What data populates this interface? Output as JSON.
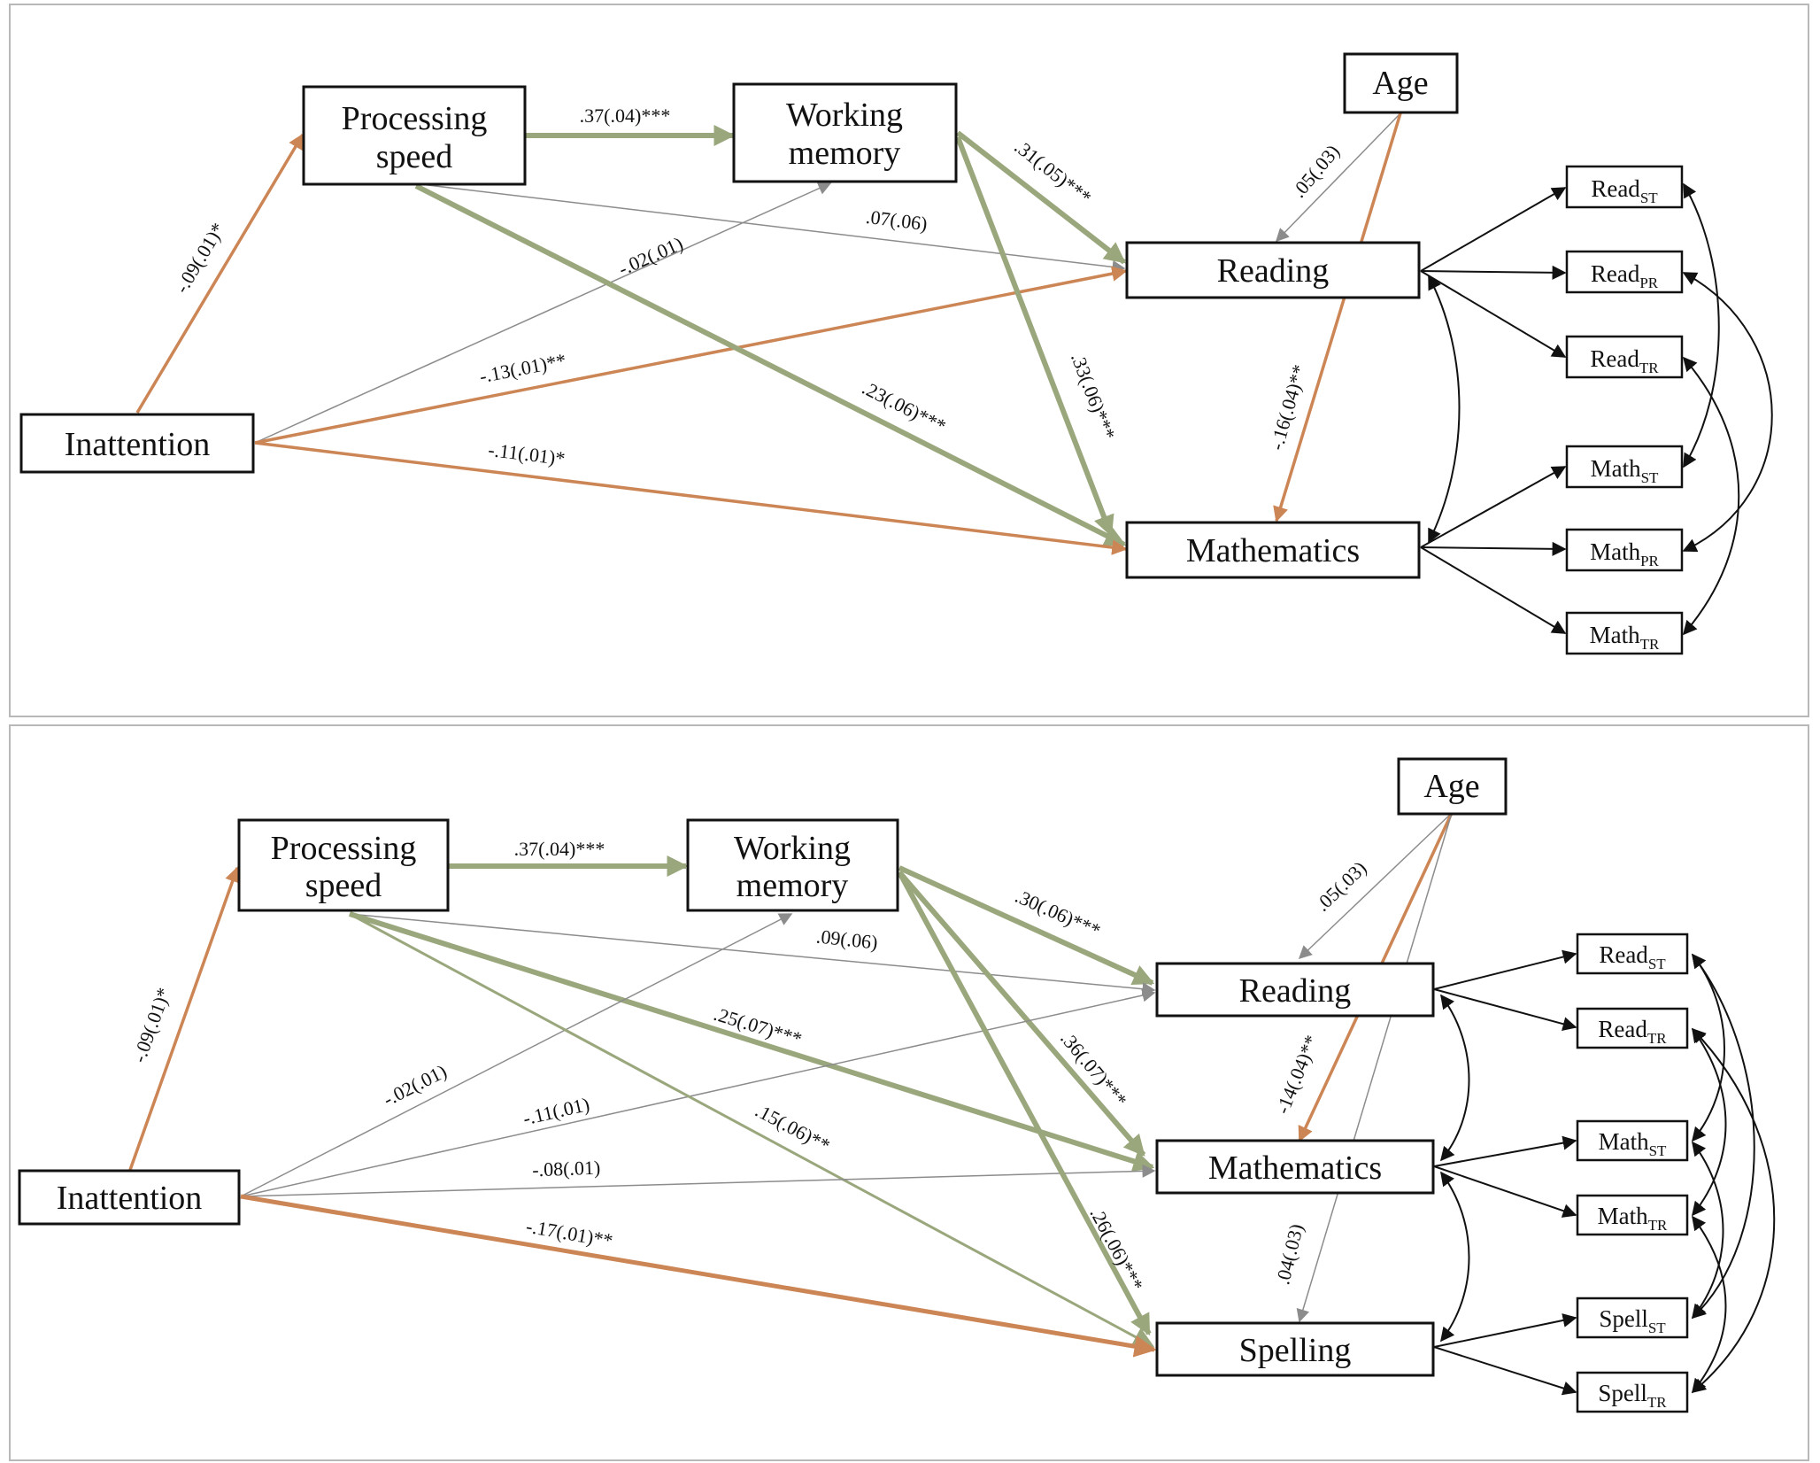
{
  "panels": [
    {
      "id": "top",
      "nodes": {
        "processing_speed": [
          "Processing",
          "speed"
        ],
        "working_memory": [
          "Working",
          "memory"
        ],
        "age": "Age",
        "inattention": "Inattention",
        "reading": "Reading",
        "mathematics": "Mathematics"
      },
      "indicators": [
        {
          "id": "read_st",
          "base": "Read",
          "sub": "ST"
        },
        {
          "id": "read_pr",
          "base": "Read",
          "sub": "PR"
        },
        {
          "id": "read_tr",
          "base": "Read",
          "sub": "TR"
        },
        {
          "id": "math_st",
          "base": "Math",
          "sub": "ST"
        },
        {
          "id": "math_pr",
          "base": "Math",
          "sub": "PR"
        },
        {
          "id": "math_tr",
          "base": "Math",
          "sub": "TR"
        }
      ],
      "paths": [
        {
          "from": "inattention",
          "to": "processing_speed",
          "label": "-.09(.01)*",
          "color": "#cc8555"
        },
        {
          "from": "processing_speed",
          "to": "working_memory",
          "label": ".37(.04)***",
          "color": "#9aa77c"
        },
        {
          "from": "working_memory",
          "to": "reading",
          "label": ".31(.05)***",
          "color": "#9aa77c"
        },
        {
          "from": "processing_speed",
          "to": "reading",
          "label": ".07(.06)",
          "color": "#8c8c8c"
        },
        {
          "from": "inattention",
          "to": "working_memory",
          "label": "-.02(.01)",
          "color": "#8c8c8c"
        },
        {
          "from": "inattention",
          "to": "reading",
          "label": "-.13(.01)**",
          "color": "#cc8555"
        },
        {
          "from": "processing_speed",
          "to": "mathematics",
          "label": ".23(.06)***",
          "color": "#9aa77c"
        },
        {
          "from": "working_memory",
          "to": "mathematics",
          "label": ".33(.06)***",
          "color": "#9aa77c"
        },
        {
          "from": "inattention",
          "to": "mathematics",
          "label": "-.11(.01)*",
          "color": "#cc8555"
        },
        {
          "from": "age",
          "to": "reading",
          "label": ".05(.03)",
          "color": "#8c8c8c"
        },
        {
          "from": "age",
          "to": "mathematics",
          "label": "-.16(.04)**",
          "color": "#cc8555"
        }
      ]
    },
    {
      "id": "bottom",
      "nodes": {
        "processing_speed": [
          "Processing",
          "speed"
        ],
        "working_memory": [
          "Working",
          "memory"
        ],
        "age": "Age",
        "inattention": "Inattention",
        "reading": "Reading",
        "mathematics": "Mathematics",
        "spelling": "Spelling"
      },
      "indicators": [
        {
          "id": "read_st",
          "base": "Read",
          "sub": "ST"
        },
        {
          "id": "read_tr",
          "base": "Read",
          "sub": "TR"
        },
        {
          "id": "math_st",
          "base": "Math",
          "sub": "ST"
        },
        {
          "id": "math_tr",
          "base": "Math",
          "sub": "TR"
        },
        {
          "id": "spell_st",
          "base": "Spell",
          "sub": "ST"
        },
        {
          "id": "spell_tr",
          "base": "Spell",
          "sub": "TR"
        }
      ],
      "paths": [
        {
          "from": "inattention",
          "to": "processing_speed",
          "label": "-.09(.01)*",
          "color": "#cc8555"
        },
        {
          "from": "processing_speed",
          "to": "working_memory",
          "label": ".37(.04)***",
          "color": "#9aa77c"
        },
        {
          "from": "working_memory",
          "to": "reading",
          "label": ".30(.06)***",
          "color": "#9aa77c"
        },
        {
          "from": "processing_speed",
          "to": "reading",
          "label": ".09(.06)",
          "color": "#8c8c8c"
        },
        {
          "from": "processing_speed",
          "to": "mathematics",
          "label": ".25(.07)***",
          "color": "#9aa77c"
        },
        {
          "from": "working_memory",
          "to": "mathematics",
          "label": ".36(.07)***",
          "color": "#9aa77c"
        },
        {
          "from": "inattention",
          "to": "working_memory",
          "label": "-.02(.01)",
          "color": "#8c8c8c"
        },
        {
          "from": "inattention",
          "to": "reading",
          "label": "-.11(.01)",
          "color": "#8c8c8c"
        },
        {
          "from": "processing_speed",
          "to": "spelling",
          "label": ".15(.06)**",
          "color": "#9aa77c"
        },
        {
          "from": "inattention",
          "to": "mathematics",
          "label": "-.08(.01)",
          "color": "#8c8c8c"
        },
        {
          "from": "inattention",
          "to": "spelling",
          "label": "-.17(.01)**",
          "color": "#cc8555"
        },
        {
          "from": "working_memory",
          "to": "spelling",
          "label": ".26(.06)***",
          "color": "#9aa77c"
        },
        {
          "from": "age",
          "to": "reading",
          "label": ".05(.03)",
          "color": "#8c8c8c"
        },
        {
          "from": "age",
          "to": "mathematics",
          "label": "-14(.04)**",
          "color": "#cc8555"
        },
        {
          "from": "age",
          "to": "spelling",
          "label": ".04(.03)",
          "color": "#8c8c8c"
        }
      ]
    }
  ]
}
